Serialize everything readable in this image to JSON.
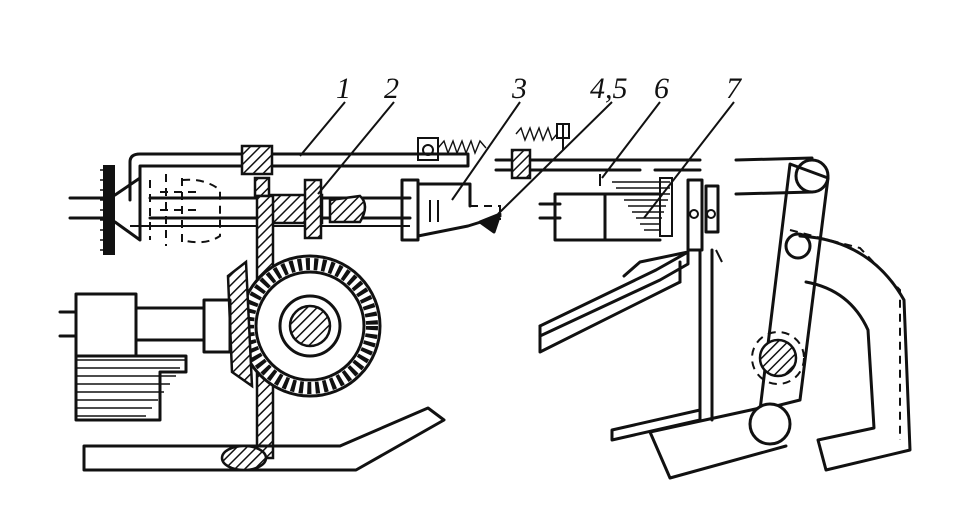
{
  "labels": {
    "l1": "1",
    "l2": "2",
    "l3": "3",
    "l45": "4,5",
    "l6": "6",
    "l7": "7"
  }
}
